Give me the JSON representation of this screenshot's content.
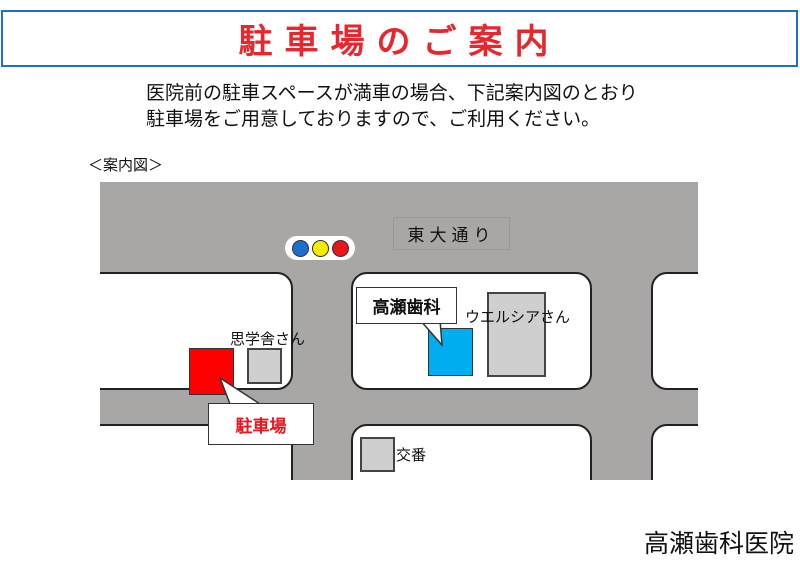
{
  "title": "駐車場のご案内",
  "intro": [
    "医院前の駐車スペースが満車の場合、下記案内図のとおり",
    "駐車場をご用意しておりますので、ご利用ください。"
  ],
  "map_heading": "＜案内図＞",
  "map": {
    "street_name": "東大通り",
    "clinic_label": "高瀬歯科",
    "welcia_label": "ウエルシアさん",
    "shigakusha_label": "思学舎さん",
    "parking_label": "駐車場",
    "koban_label": "交番",
    "traffic_light_colors": [
      "#1a6fd0",
      "#f5ec00",
      "#e8151b"
    ],
    "parking_color": "#ff0000",
    "clinic_color": "#00aeef"
  },
  "footer": "高瀬歯科医院"
}
